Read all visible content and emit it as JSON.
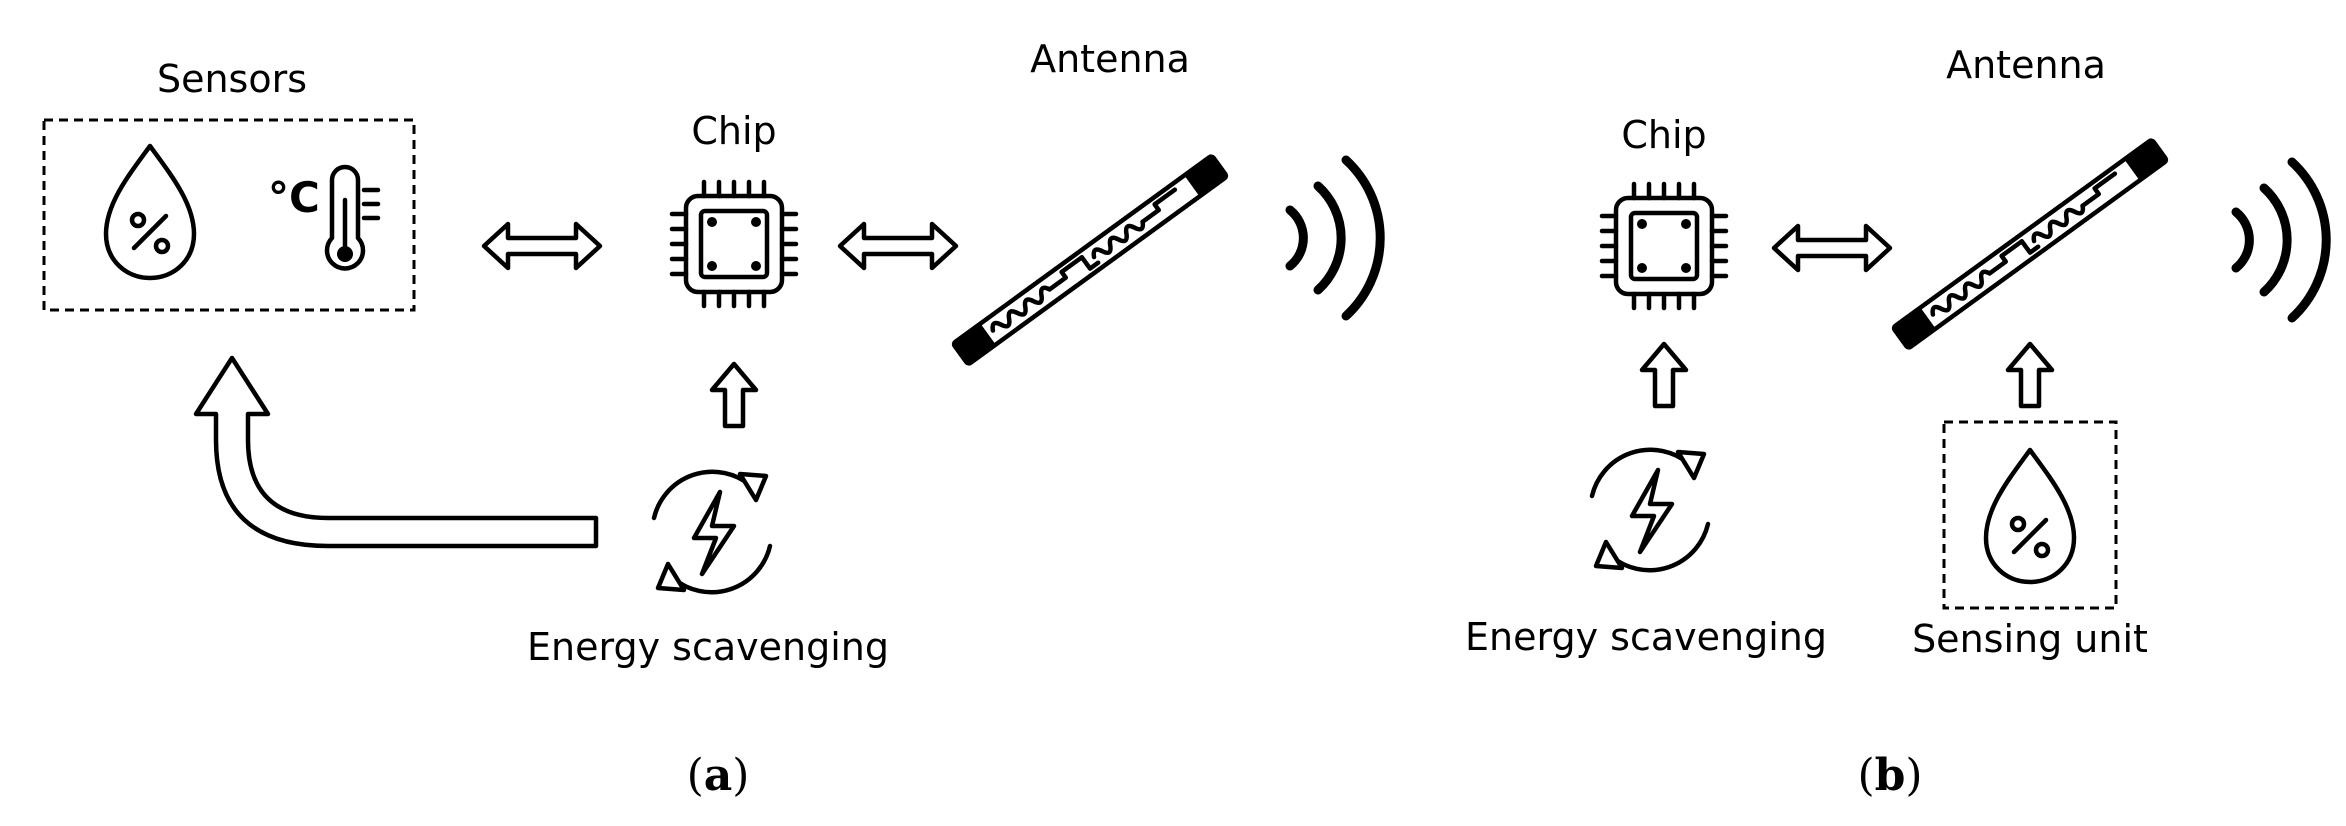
{
  "panel_a": {
    "sensors_label": "Sensors",
    "chip_label": "Chip",
    "antenna_label": "Antenna",
    "energy_label": "Energy scavenging",
    "caption_letter": "a"
  },
  "panel_b": {
    "chip_label": "Chip",
    "antenna_label": "Antenna",
    "energy_label": "Energy scavenging",
    "sensing_label": "Sensing unit",
    "caption_letter": "b"
  },
  "icons": {
    "celsius_symbol": "°C",
    "humidity_symbol": "%"
  }
}
